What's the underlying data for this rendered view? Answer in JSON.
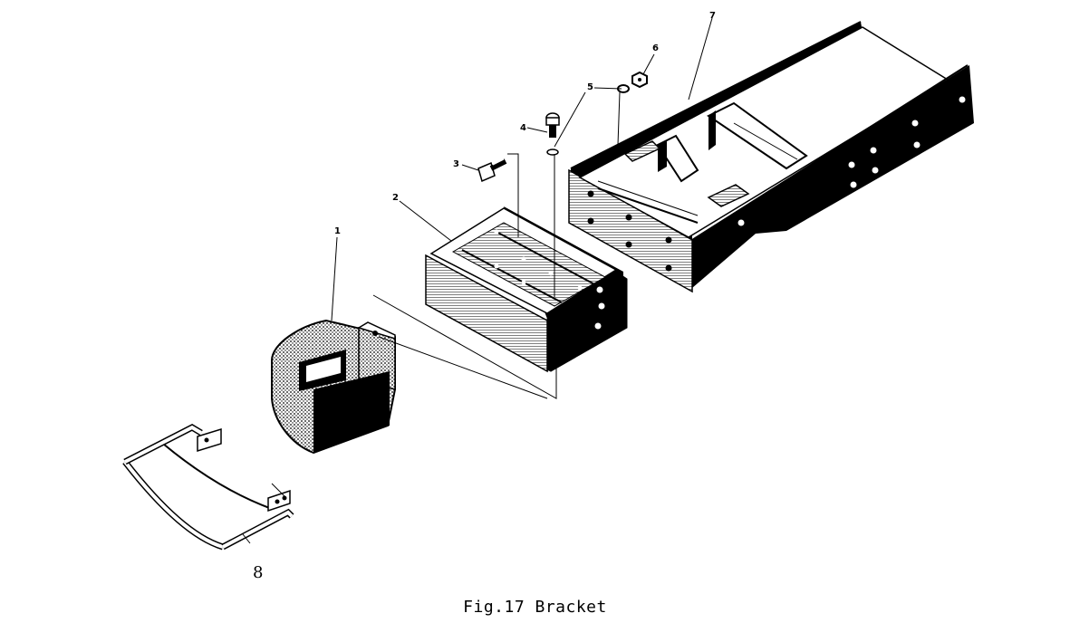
{
  "caption": "Fig.17 Bracket",
  "callouts": {
    "c1": "1",
    "c2": "2",
    "c3": "3",
    "c4": "4",
    "c5": "5",
    "c6": "6",
    "c7": "7",
    "c8": "8"
  },
  "colors": {
    "ink": "#000000",
    "paper": "#ffffff"
  }
}
